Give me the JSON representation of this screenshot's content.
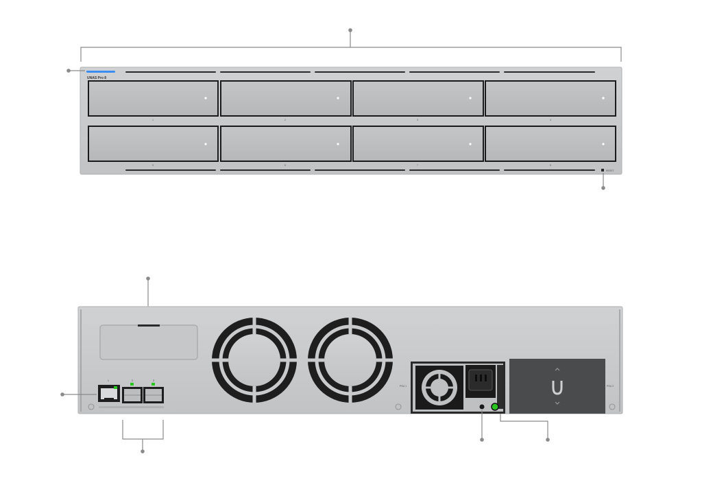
{
  "front": {
    "product_label": "UNAS Pro 8",
    "bay_numbers": [
      "1",
      "2",
      "3",
      "4",
      "5",
      "6",
      "7",
      "8"
    ],
    "reset_label": "RESET"
  },
  "rear": {
    "port_numbers": [
      "1",
      "2",
      "3"
    ],
    "psu1_label": "PSU 1",
    "psu2_label": "PSU 2"
  },
  "colors": {
    "chassis": "#c9cacc",
    "bay_face": "#bdbec0",
    "led_blue": "#3b8ef0",
    "led_green": "#29c41f",
    "leader_line": "#8a8a8a"
  }
}
